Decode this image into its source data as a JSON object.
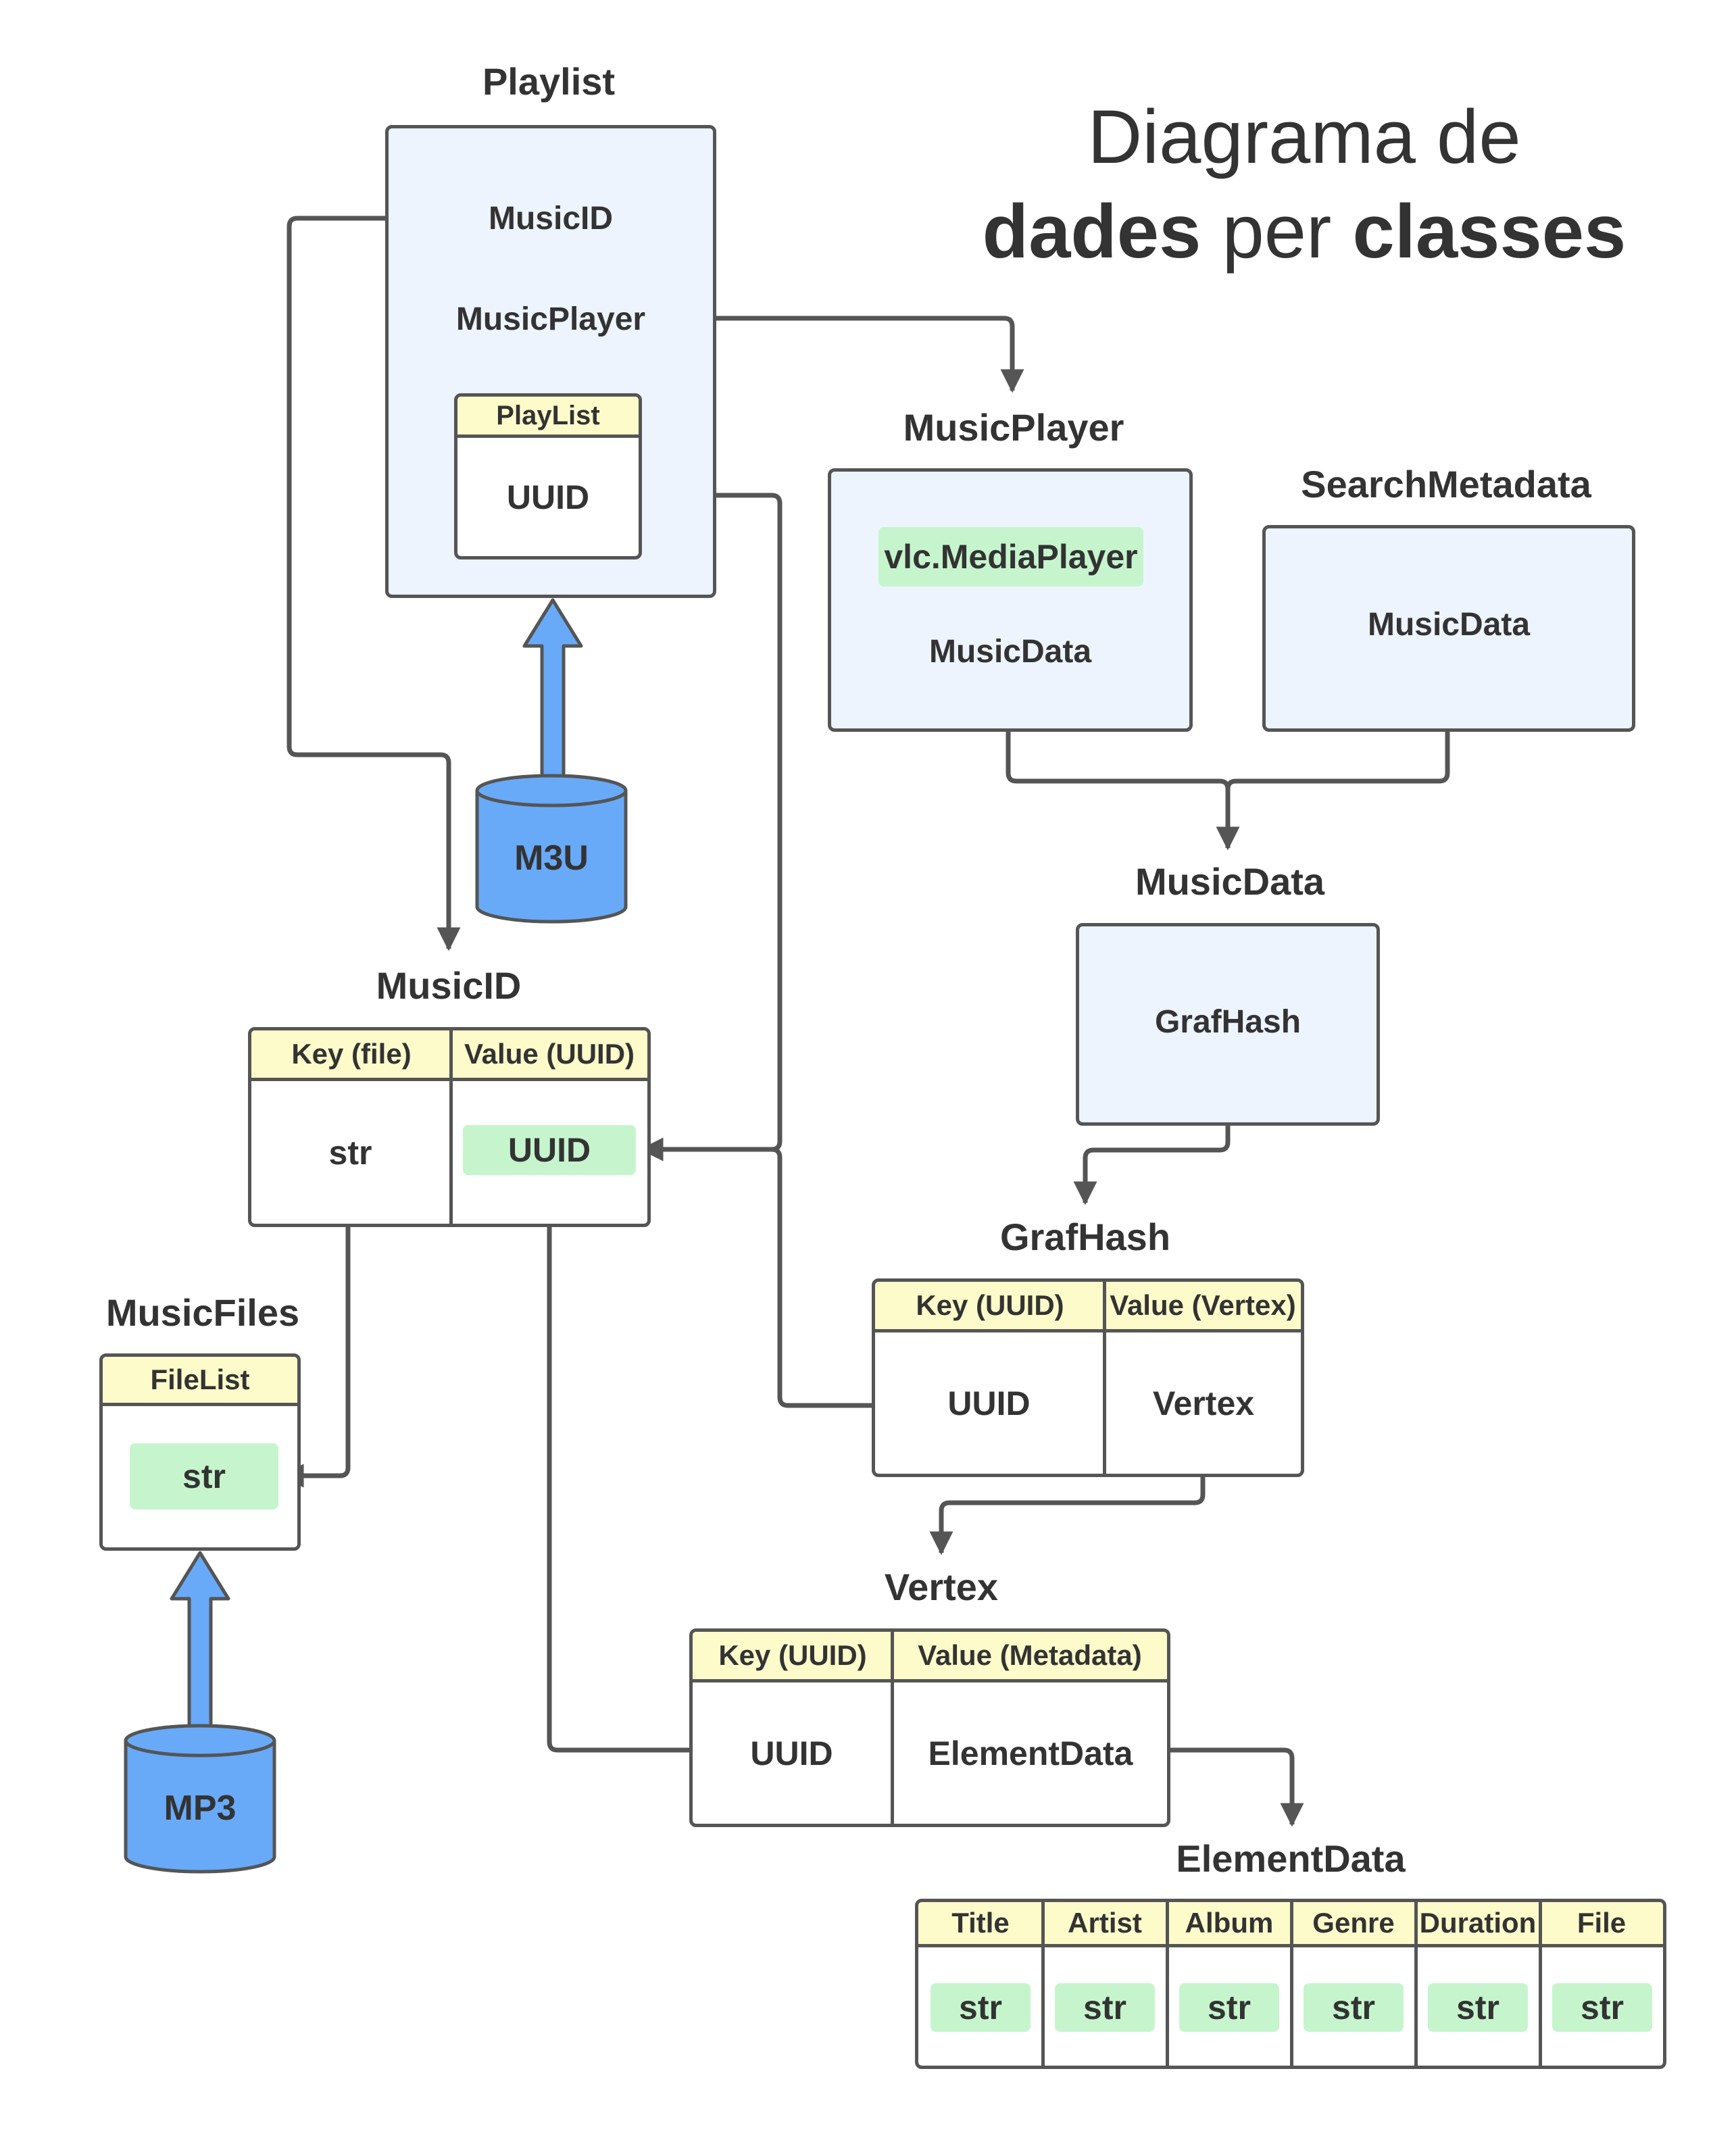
{
  "title": {
    "line1": "Diagrama de",
    "line2_bold1": "dades",
    "line2_mid": " per ",
    "line2_bold2": "classes"
  },
  "playlist": {
    "caption": "Playlist",
    "field_musicid": "MusicID",
    "field_musicplayer": "MusicPlayer",
    "inner_header": "PlayList",
    "inner_value": "UUID"
  },
  "musicplayer": {
    "caption": "MusicPlayer",
    "vlc": "vlc.MediaPlayer",
    "field_musicdata": "MusicData"
  },
  "searchmetadata": {
    "caption": "SearchMetadata",
    "field_musicdata": "MusicData"
  },
  "musicdata": {
    "caption": "MusicData",
    "field_grafhash": "GrafHash"
  },
  "m3u": {
    "label": "M3U",
    "color": "#68aaf8"
  },
  "mp3": {
    "label": "MP3",
    "color": "#68aaf8"
  },
  "musicid": {
    "caption": "MusicID",
    "key_header": "Key (file)",
    "value_header": "Value (UUID)",
    "key": "str",
    "value": "UUID"
  },
  "musicfiles": {
    "caption": "MusicFiles",
    "header": "FileList",
    "value": "str"
  },
  "grafhash": {
    "caption": "GrafHash",
    "key_header": "Key (UUID)",
    "value_header": "Value (Vertex)",
    "key": "UUID",
    "value": "Vertex"
  },
  "vertex": {
    "caption": "Vertex",
    "key_header": "Key (UUID)",
    "value_header": "Value (Metadata)",
    "key": "UUID",
    "value": "ElementData"
  },
  "elementdata": {
    "caption": "ElementData",
    "columns": [
      {
        "header": "Title",
        "value": "str"
      },
      {
        "header": "Artist",
        "value": "str"
      },
      {
        "header": "Album",
        "value": "str"
      },
      {
        "header": "Genre",
        "value": "str"
      },
      {
        "header": "Duration",
        "value": "str"
      },
      {
        "header": "File",
        "value": "str"
      }
    ]
  },
  "colors": {
    "class_fill": "#edf4fe",
    "header_fill": "#fdfbca",
    "type_fill": "#c6f5cd",
    "line": "#555555",
    "db_fill": "#68aaf8"
  }
}
